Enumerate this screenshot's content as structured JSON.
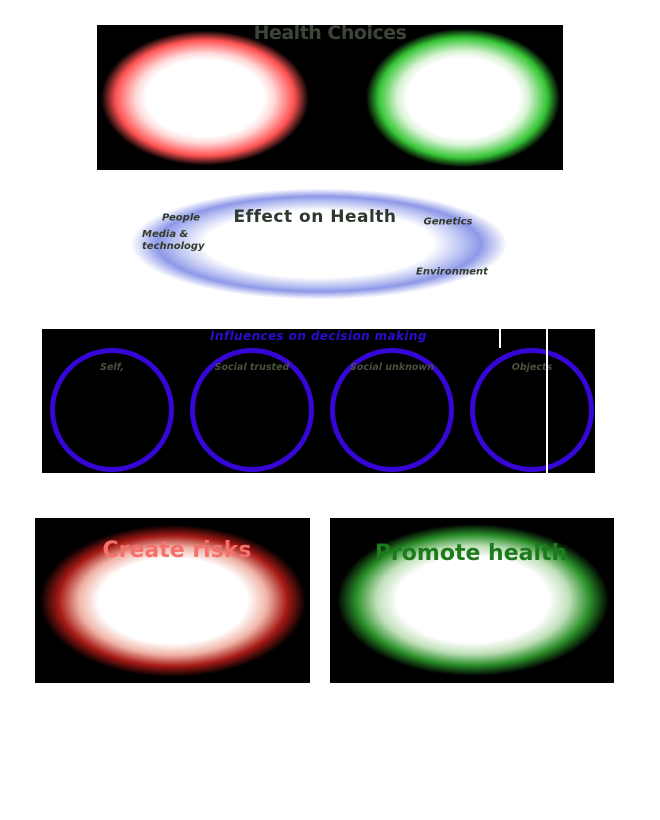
{
  "health_choices": {
    "title": "Health Choices",
    "title_color": "#3d4438",
    "risk_ellipse_color": "#ff5252",
    "health_ellipse_color": "#35c535"
  },
  "effect_on_health": {
    "title": "Effect on Health",
    "glow_color": "#8d98e8",
    "labels": {
      "people": "People",
      "media": "Media & technology",
      "genetics": "Genetics",
      "environment": "Environment"
    }
  },
  "influences": {
    "title": "Influences on decision making",
    "title_color": "#2b0bd0",
    "circle_color": "#3606d6",
    "circles": [
      "Self,",
      "Social trusted",
      "Social unknown",
      "Objects"
    ]
  },
  "create_risks": {
    "title": "Create risks",
    "title_color": "#f5706a",
    "ring_color": "#a51a15"
  },
  "promote_health": {
    "title": "Promote health",
    "title_color": "#1d7a1d",
    "ring_color": "#2a8f2a"
  }
}
